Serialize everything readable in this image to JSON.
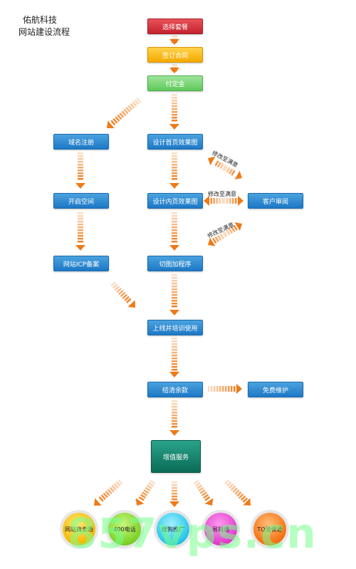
{
  "header": {
    "line1": "佑航科技",
    "line2": "网站建设流程"
  },
  "steps": {
    "choose_plan": "选择套餐",
    "sign_contract": "签订合同",
    "pay_deposit": "付定金",
    "register_domain": "域名注册",
    "open_space": "开启空间",
    "icp_filing": "网站ICP备案",
    "design_home": "设计首页效果图",
    "design_inner": "设计内页效果图",
    "slice_program": "切图加程序",
    "client_review": "客户审阅",
    "launch_training": "上线并培训使用",
    "settle_balance": "结清余款",
    "free_maintenance": "免费维护",
    "value_added": "增值服务"
  },
  "notes": {
    "revise_1": "修改至满意",
    "revise_2": "修改至满意",
    "revise_3": "修改至满意"
  },
  "services": [
    "网站商务通",
    "400电话",
    "搜狗推广",
    "易站通",
    "TQ洽谈通"
  ],
  "watermark": "857vps.cn",
  "colors": {
    "blue": "#2a86cf",
    "red": "#d33a42",
    "yellow": "#f8bb13",
    "light_green": "#7ed379",
    "teal": "#137a63",
    "arrow_orange": "#f07b1a"
  }
}
